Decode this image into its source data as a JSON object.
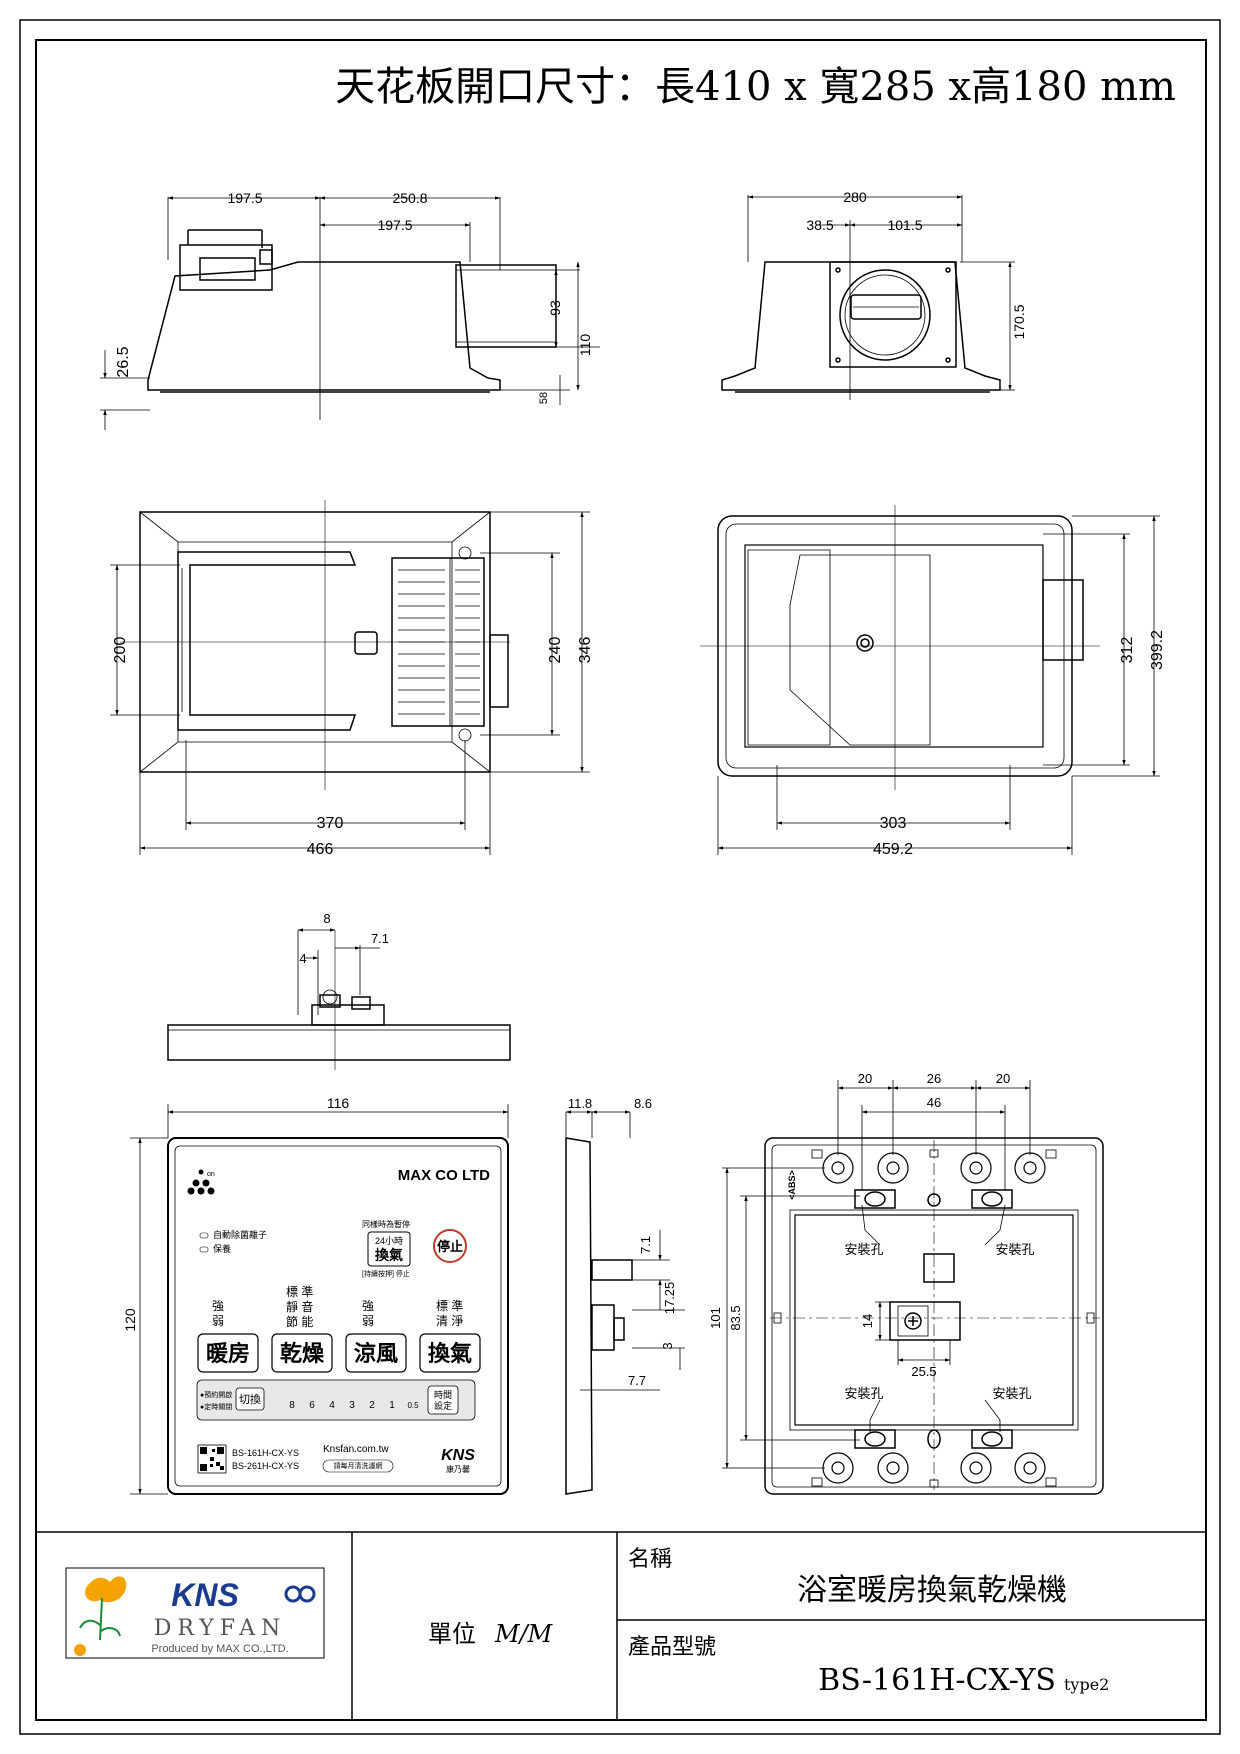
{
  "header": {
    "title": "天花板開口尺寸：長410 x 寬285 x高180 mm"
  },
  "views": {
    "side": {
      "d1": "197.5",
      "d2": "250.8",
      "d3": "197.5",
      "d4": "93",
      "d5": "110",
      "d6": "26.5",
      "d7": "58"
    },
    "front": {
      "d1": "280",
      "d2": "38.5",
      "d3": "101.5",
      "d4": "170.5"
    },
    "bottom": {
      "d1": "200",
      "d2": "240",
      "d3": "346",
      "d4": "370",
      "d5": "466"
    },
    "top": {
      "d1": "312",
      "d2": "399.2",
      "d3": "303",
      "d4": "459.2"
    },
    "clip": {
      "d1": "8",
      "d2": "7.1",
      "d3": "4"
    }
  },
  "panel": {
    "width": "116",
    "height": "120",
    "side_dims": {
      "d1": "11.8",
      "d2": "8.6",
      "d3": "7.1",
      "d4": "17.25",
      "d5": "3",
      "d6": "7.7"
    },
    "brand": "MAX CO LTD",
    "on_label": "on",
    "auto_label": "自動除菌離子",
    "save_label": "保養",
    "hold_label": "同樣時為暫停",
    "hours_label": "24小時",
    "vent_label": "換氣",
    "hold_press": "[持續按押] 停止",
    "stop_label": "停止",
    "strong": "強",
    "weak": "弱",
    "standard": "標 準",
    "quiet": "靜 音",
    "eco": "節 能",
    "clean": "清 淨",
    "b1": "暖房",
    "b2": "乾燥",
    "b3": "涼風",
    "b4": "換氣",
    "timer_pre": "●預約開啟",
    "timer_set": "●定時關閉",
    "switch": "切換",
    "hours": [
      "8",
      "6",
      "4",
      "3",
      "2",
      "1",
      "0.5"
    ],
    "time_set_1": "時間",
    "time_set_2": "設定",
    "model1": "BS-161H-CX-YS",
    "model2": "BS-261H-CX-YS",
    "site": "Knsfan.com.tw",
    "filter": "請每月清洗濾網",
    "kns": "KNS",
    "kns_sub": "康乃馨"
  },
  "mount": {
    "d1": "20",
    "d2": "26",
    "d3": "20",
    "d4": "46",
    "d5": "101",
    "d6": "83.5",
    "d7": "14",
    "d8": "25.5",
    "hole": "安裝孔",
    "abs": "<ABS>"
  },
  "title_block": {
    "logo_brand": "KNS",
    "logo_sub": "DRYFAN",
    "logo_prod": "Produced by MAX CO.,LTD.",
    "unit_label": "單位",
    "unit_value": "M/M",
    "name_label": "名稱",
    "name_value": "浴室暖房換氣乾燥機",
    "model_label": "產品型號",
    "model_value": "BS-161H-CX-YS",
    "model_suffix": "type2"
  }
}
